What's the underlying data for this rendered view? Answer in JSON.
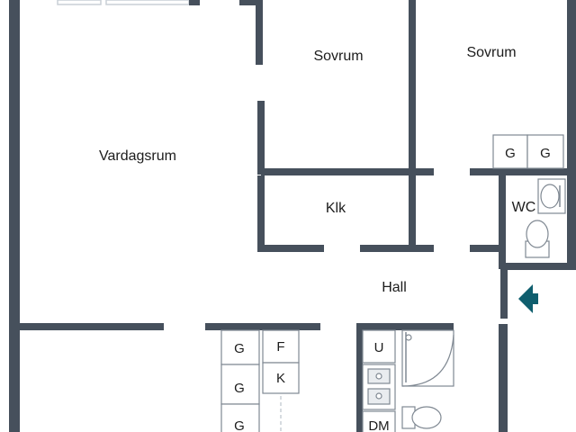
{
  "rooms": {
    "living_room": "Vardagsrum",
    "bedroom_1": "Sovrum",
    "bedroom_2": "Sovrum",
    "closet": "Klk",
    "wc": "WC",
    "hall": "Hall"
  },
  "storage": {
    "bedroom_wardrobes": [
      "G",
      "G"
    ],
    "hall_wardrobes": [
      "G",
      "G",
      "G"
    ],
    "hall_units": [
      "F",
      "K"
    ],
    "bath_units": [
      "U",
      "DM"
    ]
  },
  "entrance_marker": "entrance-arrow",
  "colors": {
    "wall": "#46505c",
    "entrance_arrow": "#0f5e6e"
  }
}
